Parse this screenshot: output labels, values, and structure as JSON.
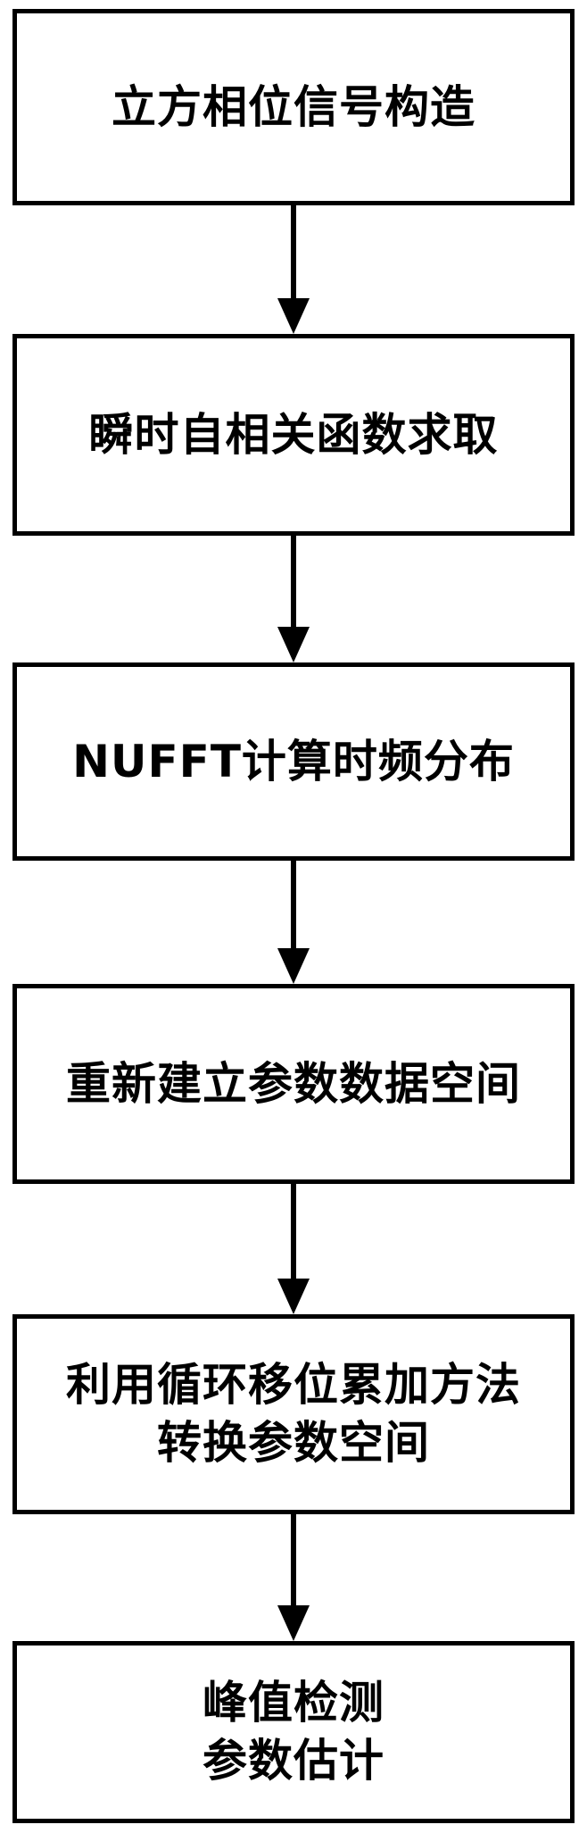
{
  "flowchart": {
    "steps": [
      {
        "lines": [
          "立方相位信号构造"
        ]
      },
      {
        "lines": [
          "瞬时自相关函数求取"
        ]
      },
      {
        "lines": [
          "NUFFT计算时频分布"
        ]
      },
      {
        "lines": [
          "重新建立参数数据空间"
        ]
      },
      {
        "lines": [
          "利用循环移位累加方法",
          "转换参数空间"
        ]
      },
      {
        "lines": [
          "峰值检测",
          "参数估计"
        ]
      }
    ]
  }
}
